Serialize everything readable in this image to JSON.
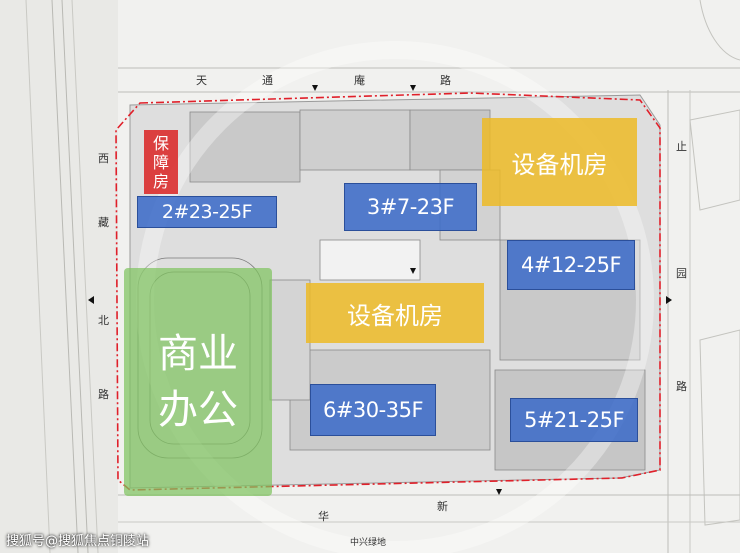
{
  "zones": {
    "housing": [
      "保",
      "障",
      "房"
    ],
    "b2": "2#23-25F",
    "b3": "3#7-23F",
    "b4": "4#12-25F",
    "b5": "5#21-25F",
    "b6": "6#30-35F",
    "equip_top": "设备机房",
    "equip_mid": "设备机房",
    "commercial": [
      "商业",
      "办公"
    ]
  },
  "roads": {
    "north": [
      "天",
      "通",
      "庵",
      "路"
    ],
    "west": [
      "西",
      "藏",
      "北",
      "路"
    ],
    "east": [
      "止",
      "园",
      "路"
    ],
    "south": [
      "新",
      "华"
    ],
    "south_small": "中兴绿地"
  },
  "watermark": "搜狐号@搜狐焦点铜陵站",
  "colors": {
    "building": "#3e6cc8",
    "equipment": "#ecba28",
    "commercial": "#80c460",
    "housing": "#da2e2e",
    "boundary": "#e0202a"
  }
}
